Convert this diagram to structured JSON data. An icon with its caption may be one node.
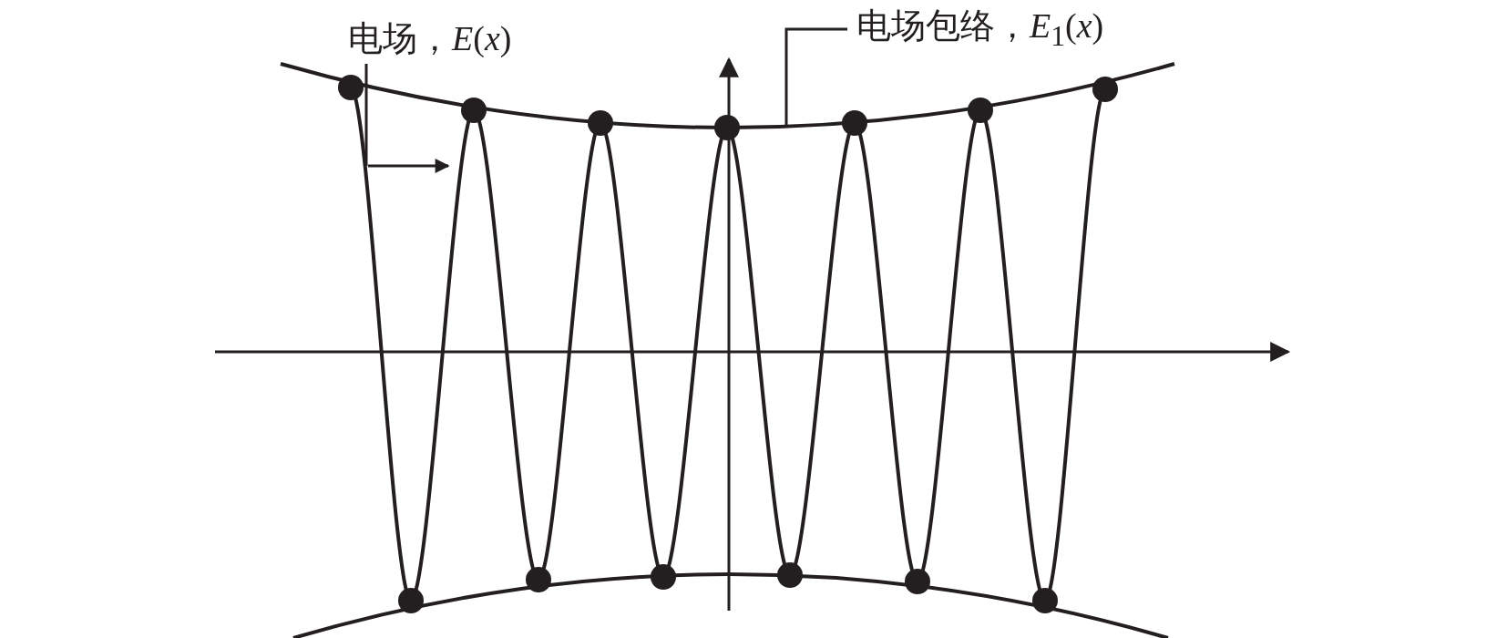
{
  "diagram": {
    "nodes": [
      {
        "text": [
          "电场，*E*(*x*)"
        ]
      },
      {
        "text": [],
        "shape": "curve"
      },
      {
        "text": [
          "电场包络，*E*$_{1}$(*x*)"
        ]
      },
      {
        "text": [],
        "shape": "curve"
      }
    ],
    "edges": [
      {
        "from": 0,
        "to": 1,
        "arrow": "none"
      },
      {
        "from": 2,
        "to": 3,
        "arrow": "none"
      }
    ]
  }
}
